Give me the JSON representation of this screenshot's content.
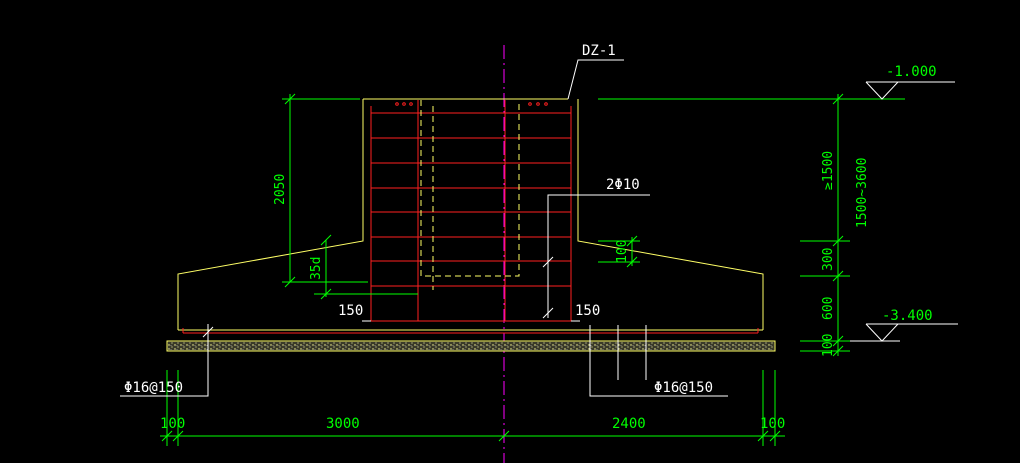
{
  "drawing": {
    "column_tag": "DZ-1",
    "elev_top": "-1.000",
    "elev_bottom": "-3.400",
    "rebar_label_column": "2Φ10",
    "rebar_label_left": "Φ16@150",
    "rebar_label_right": "Φ16@150",
    "offset_left": "150",
    "offset_right": "150",
    "dim_2050": "2050",
    "dim_35d": "35d",
    "dim_100_haunch": "100",
    "dim_ge1500": "≥1500",
    "dim_range": "1500~3600",
    "dim_300": "300",
    "dim_600": "600",
    "dim_100_pad": "100",
    "dim_100_left": "100",
    "dim_3000": "3000",
    "dim_2400": "2400",
    "dim_100_right": "100"
  },
  "colors": {
    "concrete": "#ffff66",
    "rebar": "#ff2020",
    "dimension": "#00ff00",
    "centerline": "#ff00ff",
    "text": "#ffffff"
  }
}
